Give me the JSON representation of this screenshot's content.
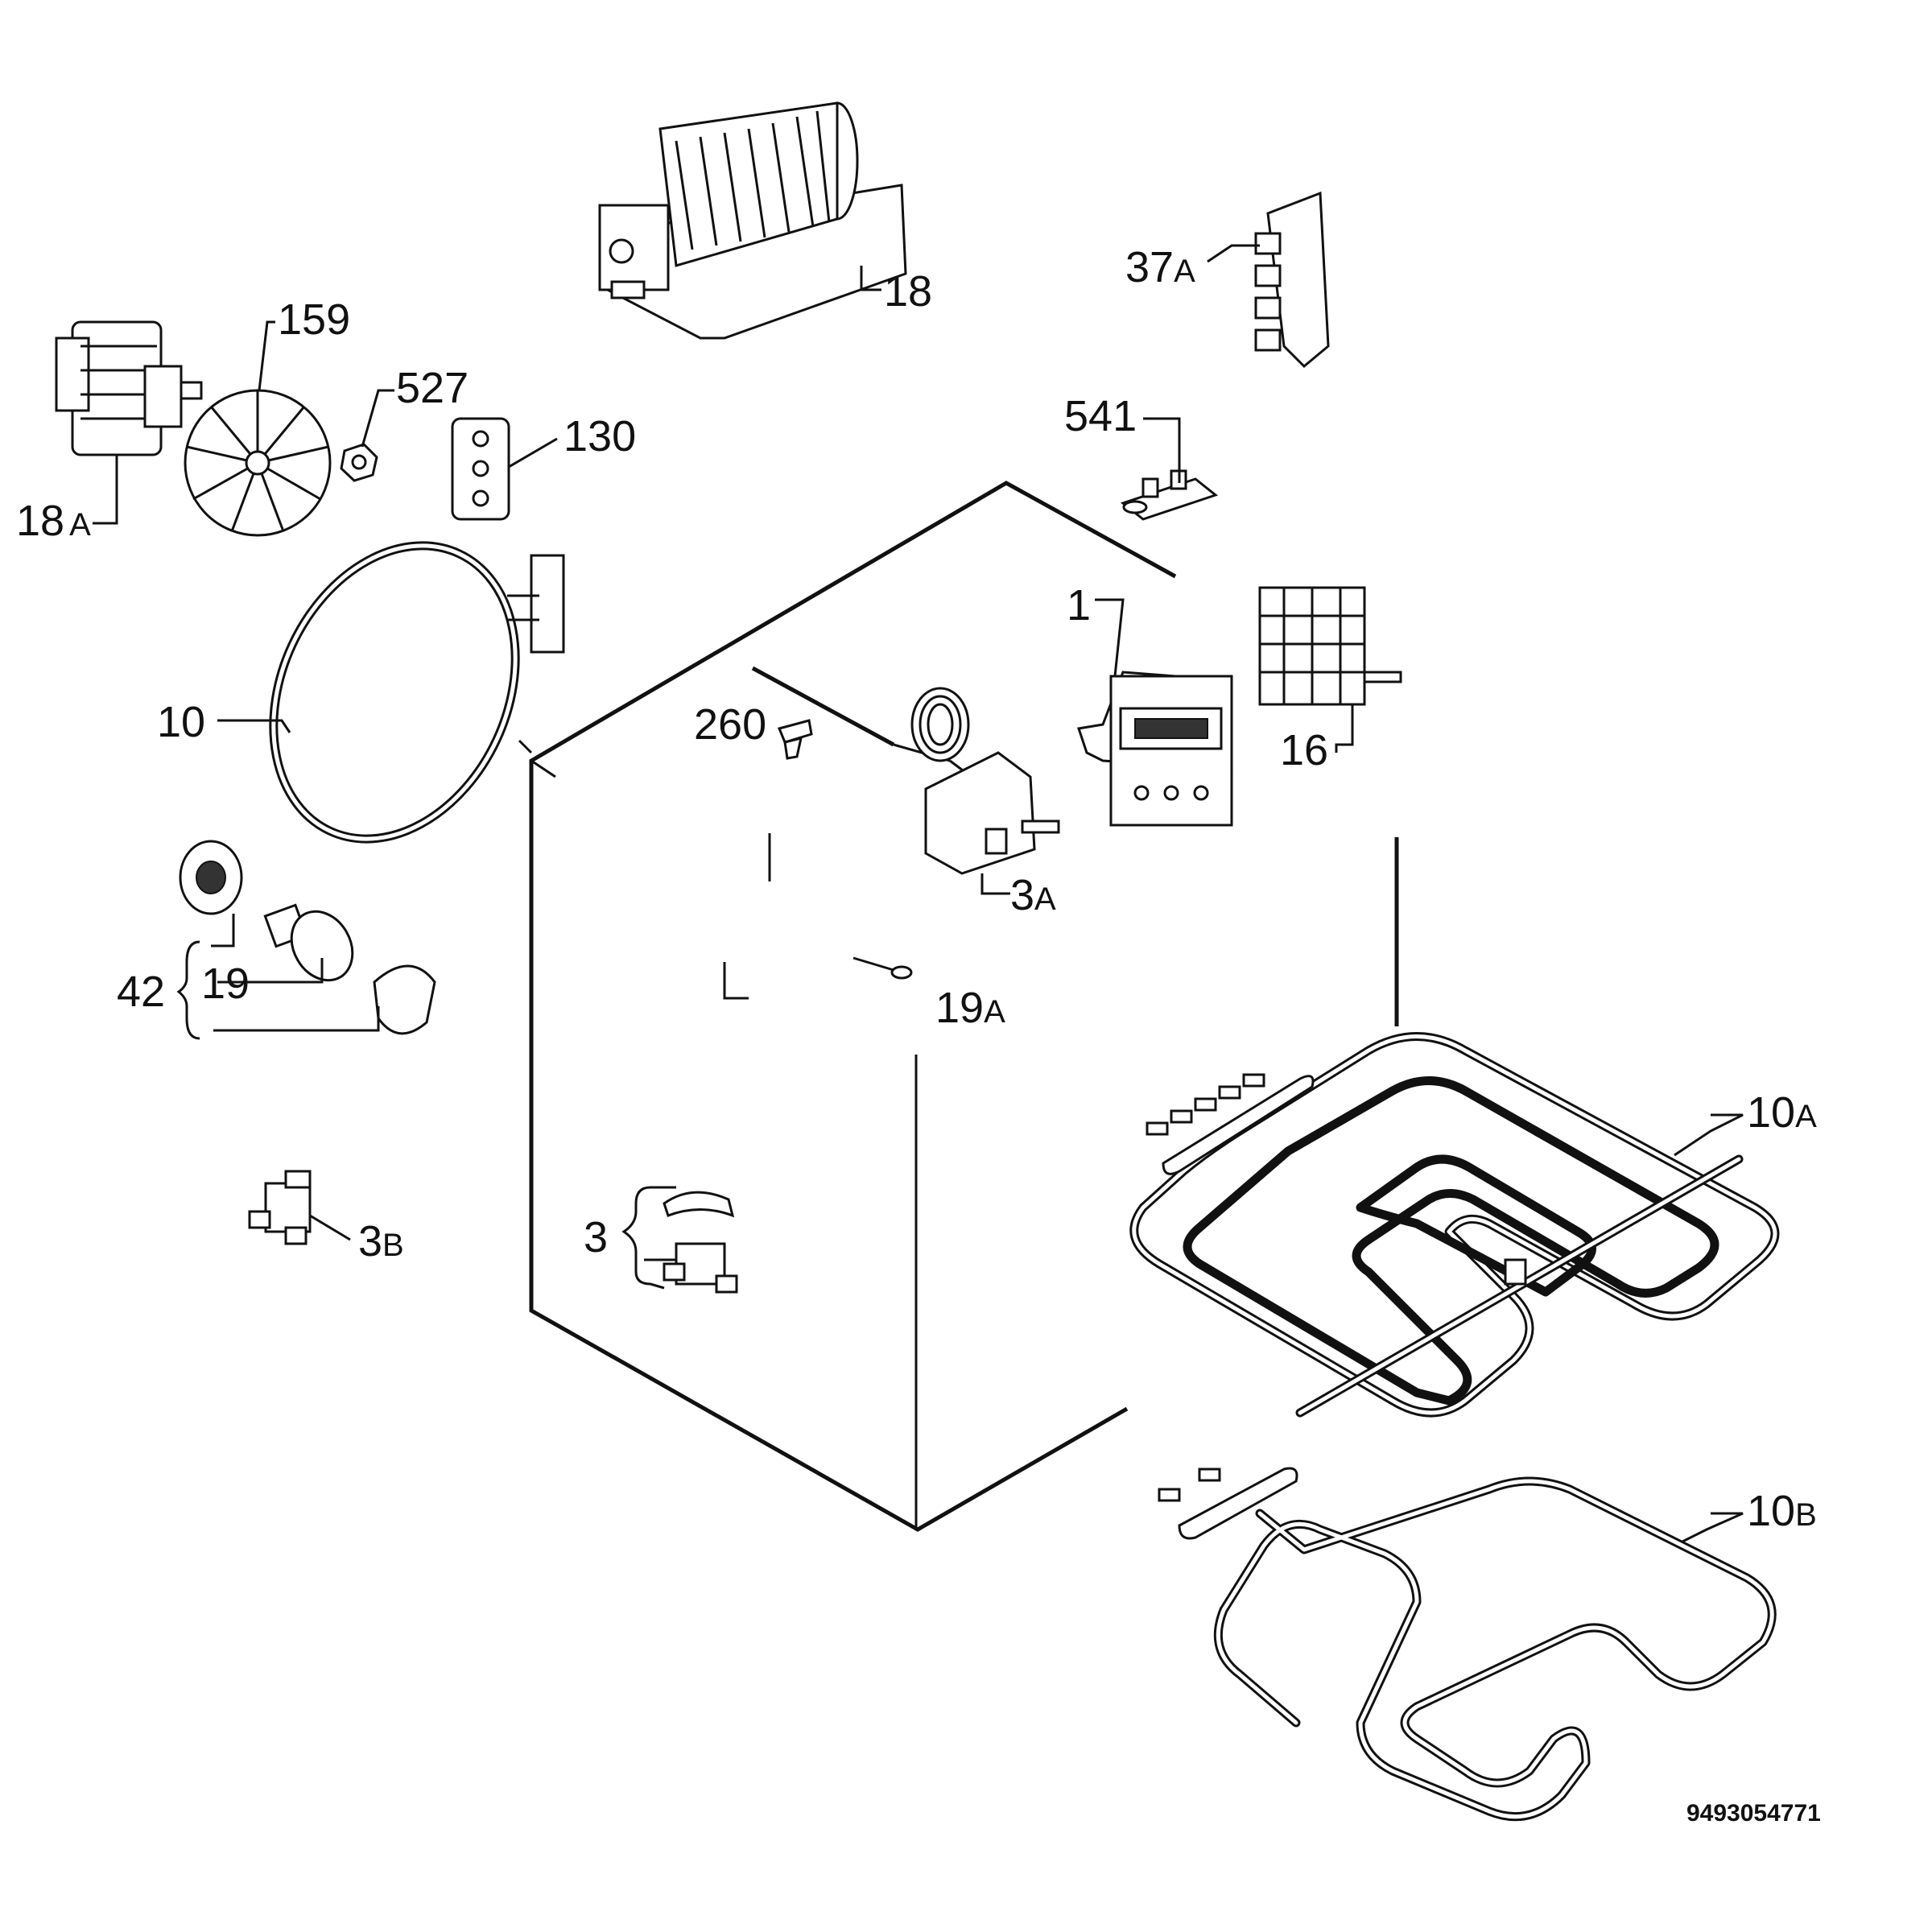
{
  "labels": {
    "p1": "1",
    "p3": "3",
    "p3A": "3",
    "p3A_suffix": "A",
    "p3B": "3",
    "p3B_suffix": "B",
    "p10": "10",
    "p10A": "10",
    "p10A_suffix": "A",
    "p10B": "10",
    "p10B_suffix": "B",
    "p16": "16",
    "p18": "18",
    "p18A": "18",
    "p18A_suffix": "A",
    "p19": "19",
    "p19A": "19",
    "p19A_suffix": "A",
    "p37A": "37",
    "p37A_suffix": "A",
    "p42": "42",
    "p130": "130",
    "p159": "159",
    "p260": "260",
    "p527": "527",
    "p541": "541"
  },
  "drawing_code": "9493054771"
}
